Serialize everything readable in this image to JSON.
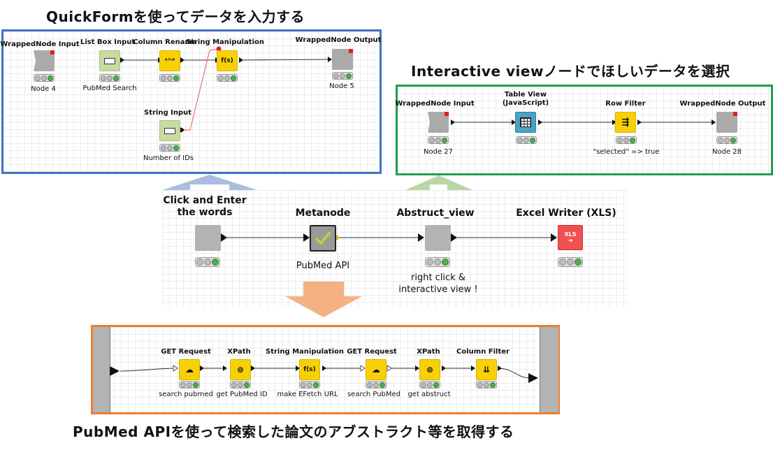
{
  "headings": {
    "quickform": "QuickFormを使ってデータを入力する",
    "interactive": "Interactive viewノードでほしいデータを選択",
    "pubmed": "PubMed APIを使って検索した論文のアブストラクト等を取得する"
  },
  "colors": {
    "quickform_border": "#4472c4",
    "interactive_border": "#21a04b",
    "pubmed_border": "#ed7d31",
    "arrow_blue": "#a9bee0",
    "arrow_green": "#b8d7a6",
    "arrow_orange": "#f4b183"
  },
  "quickform_panel": {
    "nodes": [
      {
        "title": "WrappedNode Input",
        "label": "Node 4",
        "icon": "wrapped-node-icon"
      },
      {
        "title": "List Box Input",
        "label": "PubMed Search",
        "icon": "list-box-icon"
      },
      {
        "title": "Column Rename",
        "label": "",
        "icon": "column-rename-icon",
        "glyph": "ᴬ⁷ᴸᴮ"
      },
      {
        "title": "String Manipulation",
        "label": "",
        "icon": "string-manipulation-icon",
        "glyph": "f(s)"
      },
      {
        "title": "WrappedNode Output",
        "label": "Node 5",
        "icon": "wrapped-node-icon"
      },
      {
        "title": "String Input",
        "label": "Number of IDs",
        "icon": "string-input-icon"
      }
    ]
  },
  "interactive_panel": {
    "nodes": [
      {
        "title": "WrappedNode Input",
        "label": "Node 27",
        "icon": "wrapped-node-icon"
      },
      {
        "title": "Table View\n(JavaScript)",
        "label": "",
        "icon": "table-view-icon"
      },
      {
        "title": "Row Filter",
        "label": "\"selected\" => true",
        "icon": "row-filter-icon"
      },
      {
        "title": "WrappedNode Output",
        "label": "Node 28",
        "icon": "wrapped-node-icon"
      }
    ]
  },
  "main_workflow": {
    "nodes": [
      {
        "title": "Click and Enter\nthe words",
        "label": "",
        "icon": "wrapped-node-icon"
      },
      {
        "title": "Metanode",
        "label": "PubMed API",
        "icon": "checkmark-icon"
      },
      {
        "title": "Abstruct_view",
        "label": "right click &\ninteractive view !",
        "icon": "wrapped-node-icon"
      },
      {
        "title": "Excel Writer (XLS)",
        "label": "",
        "icon": "excel-writer-icon",
        "glyph": "XLS"
      }
    ]
  },
  "pubmed_panel": {
    "nodes": [
      {
        "title": "GET Request",
        "label": "search pubmed",
        "icon": "get-request-icon"
      },
      {
        "title": "XPath",
        "label": "get PubMed ID",
        "icon": "xpath-icon"
      },
      {
        "title": "String Manipulation",
        "label": "make EFetch URL",
        "icon": "string-manipulation-icon",
        "glyph": "f(s)"
      },
      {
        "title": "GET Request",
        "label": "search PubMed",
        "icon": "get-request-icon"
      },
      {
        "title": "XPath",
        "label": "get abstruct",
        "icon": "xpath-icon"
      },
      {
        "title": "Column Filter",
        "label": "",
        "icon": "column-filter-icon"
      }
    ]
  }
}
